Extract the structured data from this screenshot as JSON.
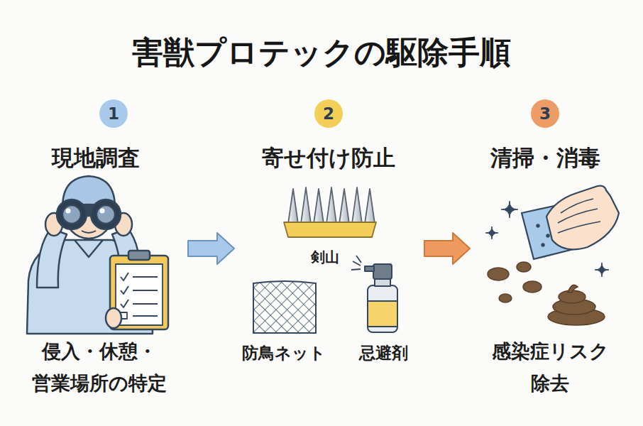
{
  "diagram": {
    "title": "害獣プロテックの駆除手順",
    "nodes": [
      {
        "text": [
          "1",
          "現地調査",
          "侵入・休憩・ 営業場所の特定"
        ]
      },
      {
        "text": [
          "2",
          "寄せ付け防止"
        ]
      },
      {
        "text": [
          "3",
          "清掃・消毒",
          "感染症リスク 除去"
        ]
      }
    ],
    "edges": [
      {
        "from": 0,
        "to": 1,
        "arrow": "to"
      },
      {
        "from": 1,
        "to": 2,
        "arrow": "to"
      }
    ],
    "labels": [
      "剣山",
      "防鳥ネット",
      "忌避剤"
    ]
  }
}
